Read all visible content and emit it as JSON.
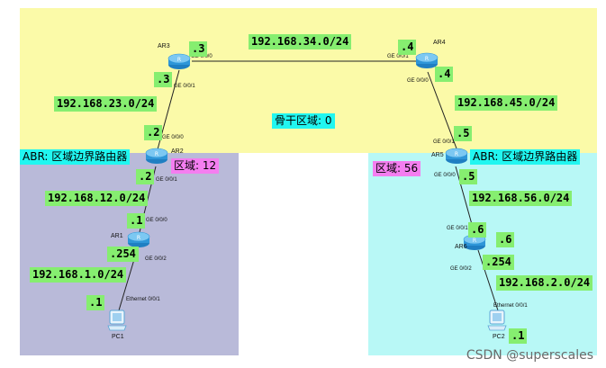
{
  "areas": {
    "backbone": "骨干区域: 0",
    "area12": "区域: 12",
    "area56": "区域: 56"
  },
  "abr": {
    "left": "ABR: 区域边界路由器",
    "right": "ABR: 区域边界路由器"
  },
  "networks": {
    "n34": "192.168.34.0/24",
    "n23": "192.168.23.0/24",
    "n45": "192.168.45.0/24",
    "n12": "192.168.12.0/24",
    "n56": "192.168.56.0/24",
    "n1": "192.168.1.0/24",
    "n2": "192.168.2.0/24"
  },
  "devices": {
    "ar1": "AR1",
    "ar2": "AR2",
    "ar3": "AR3",
    "ar4": "AR4",
    "ar5": "AR5",
    "ar6": "AR6",
    "pc1": "PC1",
    "pc2": "PC2"
  },
  "ips": {
    "ar3_e": ".3",
    "ar3_s": ".3",
    "ar4_w": ".4",
    "ar4_s": ".4",
    "ar2_n": ".2",
    "ar2_s": ".2",
    "ar5_n": ".5",
    "ar5_s": ".5",
    "ar1_n": ".1",
    "ar1_s": ".254",
    "ar6_n": ".6",
    "ar6_e": ".6",
    "ar6_s": ".254",
    "pc1": ".1",
    "pc2": ".1"
  },
  "ports": {
    "ar3_e": "GE 0/0/0",
    "ar3_s": "GE 0/0/1",
    "ar4_w": "GE 0/0/1",
    "ar4_s": "GE 0/0/0",
    "ar2_n": "GE 0/0/0",
    "ar2_s": "GE 0/0/1",
    "ar5_n": "GE 0/0/1",
    "ar5_s": "GE 0/0/0",
    "ar1_n": "GE 0/0/0",
    "ar1_s": "GE 0/0/2",
    "ar6_n": "GE 0/0/1",
    "ar6_s": "GE 0/0/2",
    "pc1": "Ethernet 0/0/1",
    "pc2": "Ethernet 0/0/1"
  },
  "watermark": "CSDN @superscales",
  "colors": {
    "backbone": "#fbfaa8",
    "area12": "#b9bad9",
    "area56": "#b8f8f6",
    "ip_label": "#86ee70",
    "abr_label": "#21f6f0",
    "area_label": "#f47ef0",
    "router": "#3fa7e4"
  }
}
